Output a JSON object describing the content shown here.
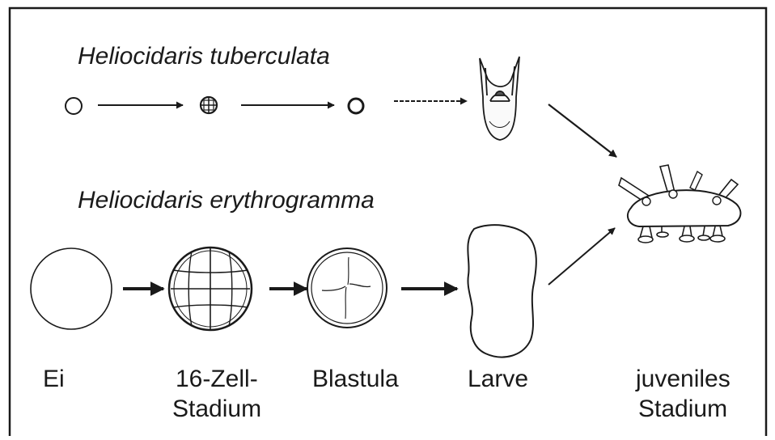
{
  "species": {
    "top": "Heliocidaris  tuberculata",
    "bottom": "Heliocidaris  erythrogramma"
  },
  "stages": {
    "egg": [
      "Ei"
    ],
    "sixteen_cell": [
      "16-Zell-",
      "Stadium"
    ],
    "blastula": [
      "Blastula"
    ],
    "larva": [
      "Larve"
    ],
    "juvenile": [
      "juveniles",
      "Stadium"
    ]
  }
}
